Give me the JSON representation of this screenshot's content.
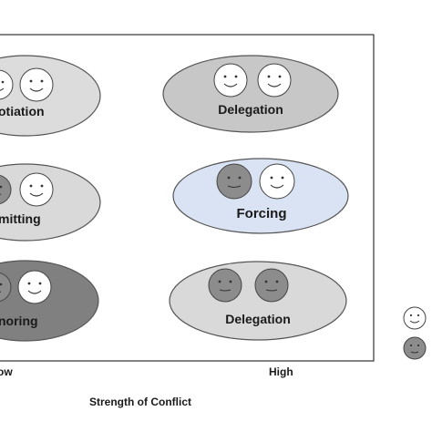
{
  "axis": {
    "x_title": "Strength of Conflict",
    "x_low": "ow",
    "x_high": "High"
  },
  "cells": [
    {
      "label": "otiation",
      "fill": "#dcdcdc",
      "faces": [
        "happy",
        "happy"
      ]
    },
    {
      "label": "Delegation",
      "fill": "#c7c7c7",
      "faces": [
        "happy",
        "happy"
      ]
    },
    {
      "label": "mitting",
      "fill": "#d9d9d9",
      "faces": [
        "neutral",
        "happy"
      ]
    },
    {
      "label": "Forcing",
      "fill": "#dae3f3",
      "faces": [
        "neutral",
        "happy"
      ]
    },
    {
      "label": "noring",
      "fill": "#808080",
      "faces": [
        "neutral",
        "happy"
      ]
    },
    {
      "label": "Delegation",
      "fill": "#d9d9d9",
      "faces": [
        "neutral",
        "neutral"
      ]
    }
  ],
  "legend": [
    {
      "icon": "happy-face-icon"
    },
    {
      "icon": "neutral-face-icon"
    }
  ],
  "colors": {
    "face_white": "#ffffff",
    "face_grey": "#8c8c8c",
    "frame": "#333333"
  }
}
